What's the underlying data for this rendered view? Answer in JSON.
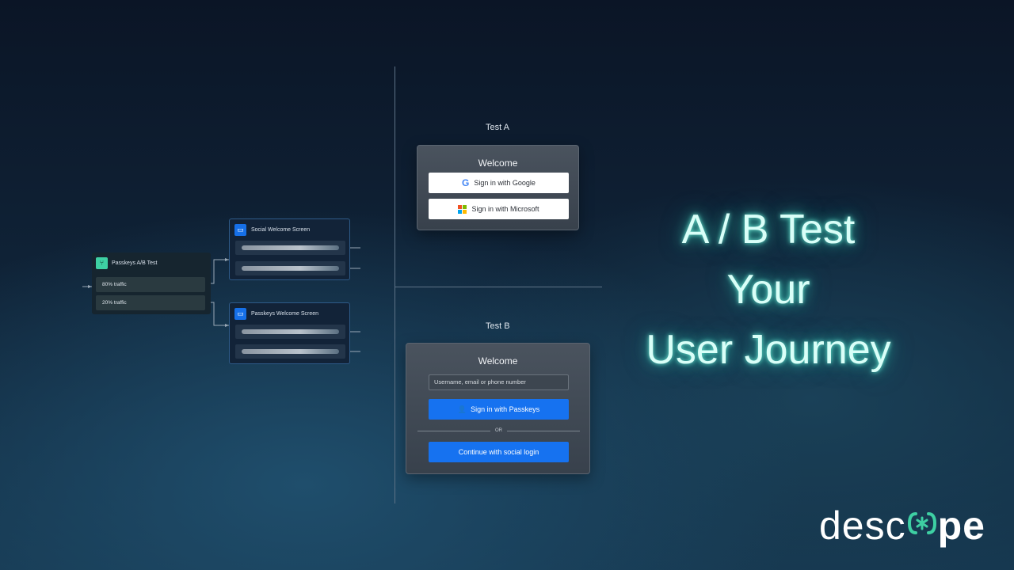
{
  "flow": {
    "ab_test": {
      "title": "Passkeys A/B Test",
      "icon": "split-icon",
      "branches": [
        "80% traffic",
        "20% traffic"
      ]
    },
    "social_screen": {
      "title": "Social Welcome Screen",
      "icon": "screen-icon"
    },
    "passkeys_screen": {
      "title": "Passkeys Welcome Screen",
      "icon": "screen-icon"
    }
  },
  "test_a": {
    "label": "Test A",
    "welcome": "Welcome",
    "google_button": "Sign in with Google",
    "microsoft_button": "Sign in with Microsoft"
  },
  "test_b": {
    "label": "Test B",
    "welcome": "Welcome",
    "input_placeholder": "Username, email or phone number",
    "passkeys_button": "Sign in with Passkeys",
    "or_text": "OR",
    "social_button": "Continue with social login",
    "accent_color": "#1672f0"
  },
  "headline": {
    "line1": "A / B Test",
    "line2": "Your",
    "line3": "User Journey",
    "glow_color": "#5ff0d6"
  },
  "logo": {
    "part1": "desc",
    "part2": "pe",
    "accent_color": "#3ed0a3"
  }
}
